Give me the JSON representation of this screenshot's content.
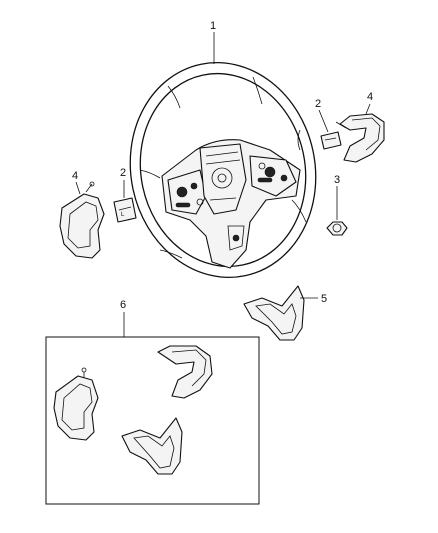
{
  "diagram": {
    "callouts": [
      {
        "id": "c1",
        "label": "1"
      },
      {
        "id": "c2a",
        "label": "2"
      },
      {
        "id": "c2b",
        "label": "2"
      },
      {
        "id": "c3",
        "label": "3"
      },
      {
        "id": "c4a",
        "label": "4"
      },
      {
        "id": "c4b",
        "label": "4"
      },
      {
        "id": "c5",
        "label": "5"
      },
      {
        "id": "c6",
        "label": "6"
      }
    ],
    "parts": [
      {
        "id": "steering-wheel",
        "callout": "1"
      },
      {
        "id": "switch-button",
        "callout": "2"
      },
      {
        "id": "nut",
        "callout": "3"
      },
      {
        "id": "switch-bezel",
        "callout": "4"
      },
      {
        "id": "lower-bezel",
        "callout": "5"
      },
      {
        "id": "bezel-kit",
        "callout": "6"
      }
    ],
    "colors": {
      "line": "#111111",
      "background": "#ffffff"
    }
  }
}
